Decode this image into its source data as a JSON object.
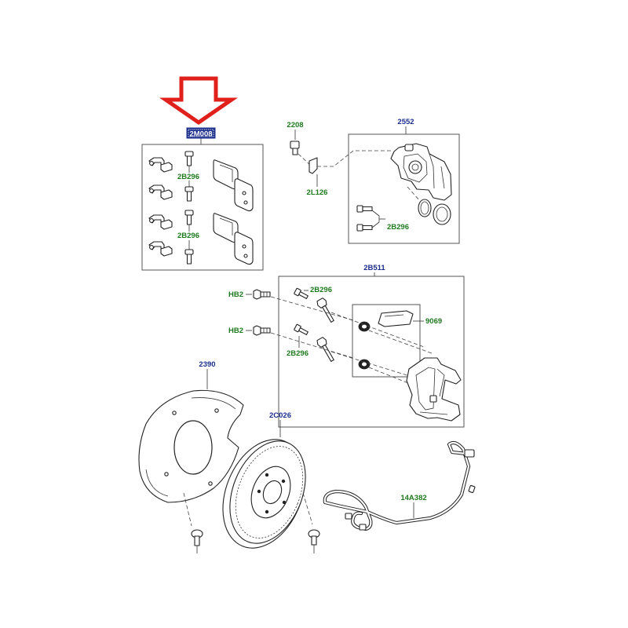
{
  "diagram": {
    "highlight_color": "#e0201b",
    "highlight_box_color": "#1c2f8c",
    "label_blue": "#1c2f8c",
    "label_green": "#1e7a1e",
    "highlighted_part": "2M008",
    "labels": {
      "pads": "2M008",
      "pins_a": "2B296",
      "pins_b": "2B296",
      "sensor_conn": "2208",
      "bracket_clip": "2L126",
      "caliper": "2552",
      "caliper_bolts": "2B296",
      "carrier_kit": "2B511",
      "hb2_a": "HB2",
      "hb2_b": "HB2",
      "carrier_bolts_a": "2B296",
      "carrier_bolts_b": "2B296",
      "grease": "9069",
      "shield": "2390",
      "disc": "2C026",
      "wear_sensor": "14A382"
    }
  }
}
